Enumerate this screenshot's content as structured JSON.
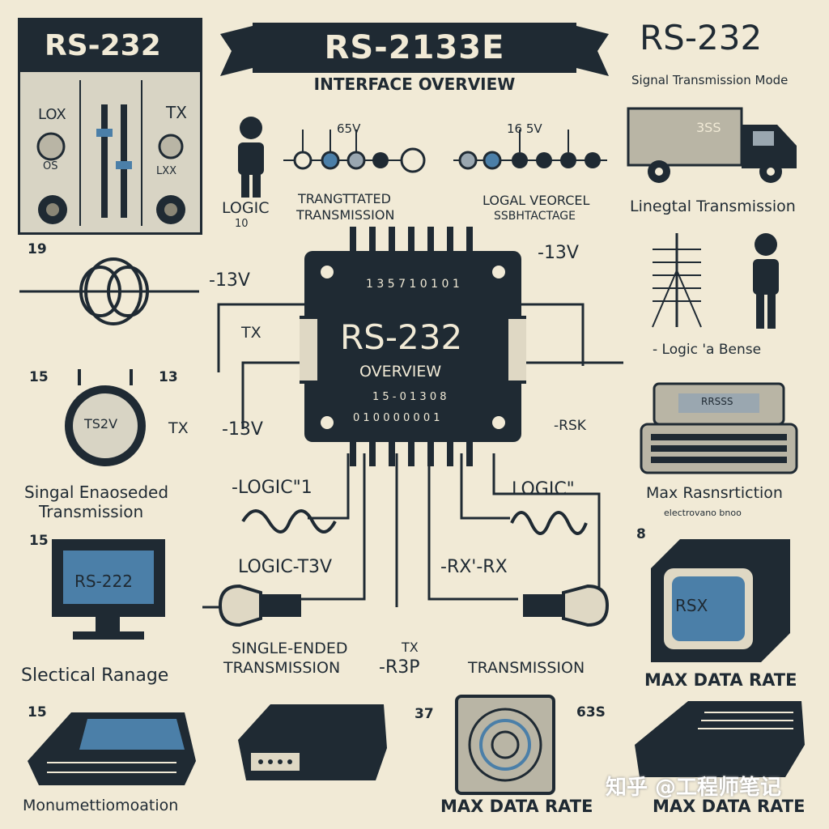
{
  "header": {
    "left_badge": "RS-232",
    "title": "RS-2133E",
    "subtitle": "INTERFACE OVERVIEW",
    "right_title": "RS-232",
    "right_subtitle": "Signal Transmission Mode"
  },
  "left_panel": {
    "col1": "LOX",
    "col2": "TX",
    "sub1": "OS",
    "sub2": "LXX"
  },
  "chip": {
    "title": "RS-232",
    "subtitle": "OVERVIEW",
    "top_digits": "1 3 5 7 1 0 1 0 1",
    "line2": "1 5 - 0 1 3 0 8",
    "line3": "0 1 0 0 0 0 0 0 1"
  },
  "labels": {
    "logic_left": "LOGIC",
    "logic_left2": "10",
    "transmission_top": "TRANGTTATED",
    "transmission_top2": "TRANSMISSION",
    "logal_voltage": "LOGAL VEORCEL",
    "logal_voltage2": "SSBHTACTAGE",
    "linear_transmission": "Linegtal Transmission",
    "v65": "65V",
    "v165": "16 5V",
    "v13_right": "-13V",
    "v13_left": "-13V",
    "tx_mid": "TX",
    "tx_lower": "TX",
    "v13_lower": "-13V",
    "logic_sense": "- Logic 'a Bense",
    "rsk": "-RSK",
    "logic1": "-LOGIC\"1",
    "logic_right": "LOGIC\"",
    "signal_encoded": "Singal Enaoseded",
    "signal_encoded2": "Transmission",
    "max_restriction": "Max Rasnsrtiction",
    "max_restriction_sub": "electrovano bnoo",
    "logic_t3v": "LOGIC-T3V",
    "rx_rx": "-RX'-RX",
    "single_ended": "SINGLE-ENDED",
    "single_ended2": "TRANSMISSION",
    "tx_r3p": "TX",
    "r3p": "-R3P",
    "transmission_bottom": "TRANSMISSION",
    "electrical_range": "Slectical Ranage",
    "max_data_rate_mid": "MAX DATA RATE",
    "monitor_text": "RS-222",
    "rsx": "RSX",
    "gauge": "TS2V",
    "monumentation": "Monumettiomoation",
    "max_data_rate_bottom": "MAX DATA RATE",
    "max_data_rate_right": "MAX DATA RATE",
    "truck": "3SS",
    "terminal": "RRSSS"
  },
  "numbers": {
    "n19": "19",
    "n15": "15",
    "n13": "13",
    "n15b": "15",
    "n15c": "15",
    "n37": "37",
    "n63s": "63S",
    "n8": "8"
  },
  "watermark": "知乎 @工程师笔记",
  "colors": {
    "background": "#f1ead6",
    "ink": "#1f2a33",
    "accent_blue": "#4b7fa8"
  }
}
